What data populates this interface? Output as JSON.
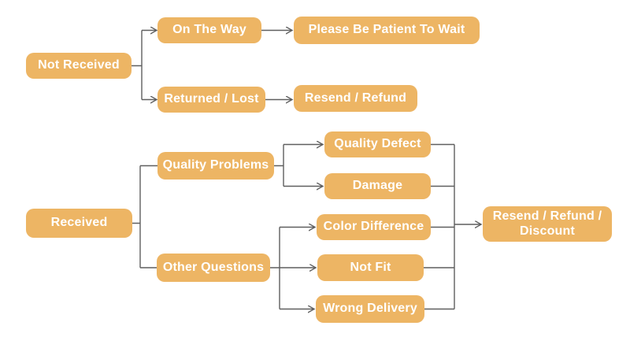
{
  "style": {
    "node_fill": "#EDB564",
    "node_text_color": "#ffffff",
    "connector_color": "#5f5f5f",
    "page_background": "#ffffff"
  },
  "flowchart": {
    "type": "flowchart",
    "orientation": "left-to-right",
    "nodes": [
      {
        "id": "not-received",
        "label": "Not Received"
      },
      {
        "id": "on-the-way",
        "label": "On The Way"
      },
      {
        "id": "please-be-patient",
        "label": "Please Be Patient To Wait"
      },
      {
        "id": "returned-lost",
        "label": "Returned / Lost"
      },
      {
        "id": "resend-refund",
        "label": "Resend / Refund"
      },
      {
        "id": "received",
        "label": "Received"
      },
      {
        "id": "quality-problems",
        "label": "Quality Problems"
      },
      {
        "id": "quality-defect",
        "label": "Quality Defect"
      },
      {
        "id": "damage",
        "label": "Damage"
      },
      {
        "id": "other-questions",
        "label": "Other Questions"
      },
      {
        "id": "color-difference",
        "label": "Color Difference"
      },
      {
        "id": "not-fit",
        "label": "Not Fit"
      },
      {
        "id": "wrong-delivery",
        "label": "Wrong Delivery"
      },
      {
        "id": "resend-refund-discount",
        "label": "Resend / Refund / Discount"
      }
    ],
    "edges": [
      {
        "from": "Not Received",
        "to": "On The Way"
      },
      {
        "from": "Not Received",
        "to": "Returned / Lost"
      },
      {
        "from": "On The Way",
        "to": "Please Be Patient To Wait"
      },
      {
        "from": "Returned / Lost",
        "to": "Resend / Refund"
      },
      {
        "from": "Received",
        "to": "Quality Problems"
      },
      {
        "from": "Received",
        "to": "Other Questions"
      },
      {
        "from": "Quality Problems",
        "to": "Quality Defect"
      },
      {
        "from": "Quality Problems",
        "to": "Damage"
      },
      {
        "from": "Other Questions",
        "to": "Color Difference"
      },
      {
        "from": "Other Questions",
        "to": "Not Fit"
      },
      {
        "from": "Other Questions",
        "to": "Wrong Delivery"
      },
      {
        "from": "Quality Defect",
        "to": "Resend / Refund / Discount"
      },
      {
        "from": "Damage",
        "to": "Resend / Refund / Discount"
      },
      {
        "from": "Color Difference",
        "to": "Resend / Refund / Discount"
      },
      {
        "from": "Not Fit",
        "to": "Resend / Refund / Discount"
      },
      {
        "from": "Wrong Delivery",
        "to": "Resend / Refund / Discount"
      }
    ]
  }
}
